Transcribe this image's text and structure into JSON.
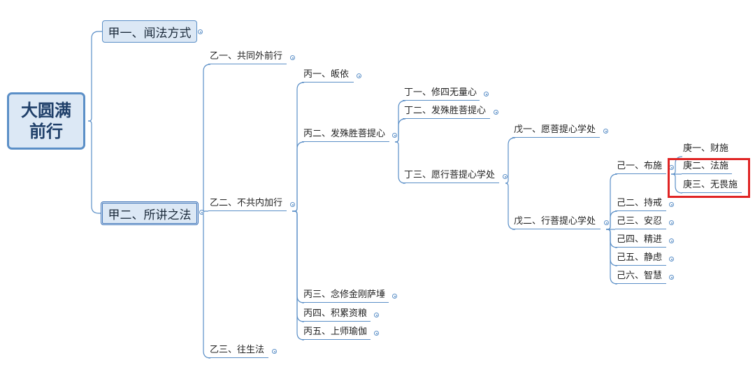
{
  "root": {
    "label": "大圆满\n前行"
  },
  "jia1": "甲一、闻法方式",
  "jia2": "甲二、所讲之法",
  "yi1": "乙一、共同外前行",
  "yi2": "乙二、不共内加行",
  "yi3": "乙三、往生法",
  "bing1": "丙一、皈依",
  "bing2": "丙二、发殊胜菩提心",
  "bing3": "丙三、念修金刚萨埵",
  "bing4": "丙四、积累资粮",
  "bing5": "丙五、上师瑜伽",
  "ding1": "丁一、修四无量心",
  "ding2": "丁二、发殊胜菩提心",
  "ding3": "丁三、愿行菩提心学处",
  "wu1": "戊一、愿菩提心学处",
  "wu2": "戊二、行菩提心学处",
  "ji1": "己一、布施",
  "ji2": "己二、持戒",
  "ji3": "己三、安忍",
  "ji4": "己四、精进",
  "ji5": "己五、静虑",
  "ji6": "己六、智慧",
  "geng1": "庚一、财施",
  "geng2": "庚二、法施",
  "geng3": "庚三、无畏施",
  "colors": {
    "line": "#5b8fc7",
    "highlight": "#e02424",
    "root_fill": "#dce8f5"
  }
}
